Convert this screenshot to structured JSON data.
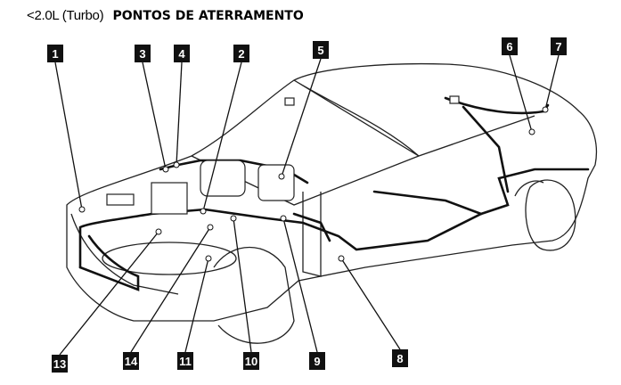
{
  "title": {
    "engine": "<2.0L (Turbo)",
    "heading": "PONTOS DE ATERRAMENTO"
  },
  "ground_points": [
    {
      "number": "1"
    },
    {
      "number": "2"
    },
    {
      "number": "3"
    },
    {
      "number": "4"
    },
    {
      "number": "5"
    },
    {
      "number": "6"
    },
    {
      "number": "7"
    },
    {
      "number": "8"
    },
    {
      "number": "9"
    },
    {
      "number": "10"
    },
    {
      "number": "11"
    },
    {
      "number": "13"
    },
    {
      "number": "14"
    }
  ]
}
